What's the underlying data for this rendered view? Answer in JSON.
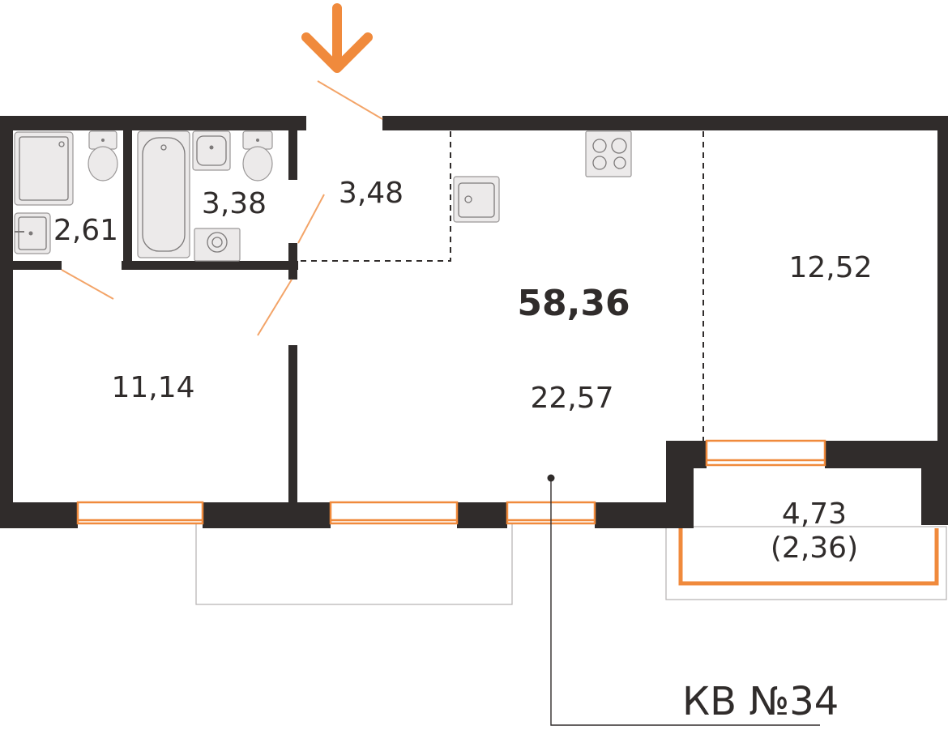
{
  "plan": {
    "total_area": "58,36",
    "apartment_label": "КВ №34",
    "colors": {
      "wall": "#302c2b",
      "accent": "#f08a3c",
      "door_arc": "#f3a468",
      "fixture": "#eceaea"
    },
    "icons": {
      "entrance": "entrance-arrow-icon"
    },
    "rooms": [
      {
        "id": "bathroom-small",
        "area": "2,61"
      },
      {
        "id": "bathroom",
        "area": "3,38"
      },
      {
        "id": "hallway",
        "area": "3,48"
      },
      {
        "id": "living-kitchen",
        "area": "22,57"
      },
      {
        "id": "bedroom-right",
        "area": "12,52"
      },
      {
        "id": "bedroom-left",
        "area": "11,14"
      },
      {
        "id": "balcony",
        "area": "4,73",
        "area_reduced": "(2,36)"
      }
    ]
  }
}
